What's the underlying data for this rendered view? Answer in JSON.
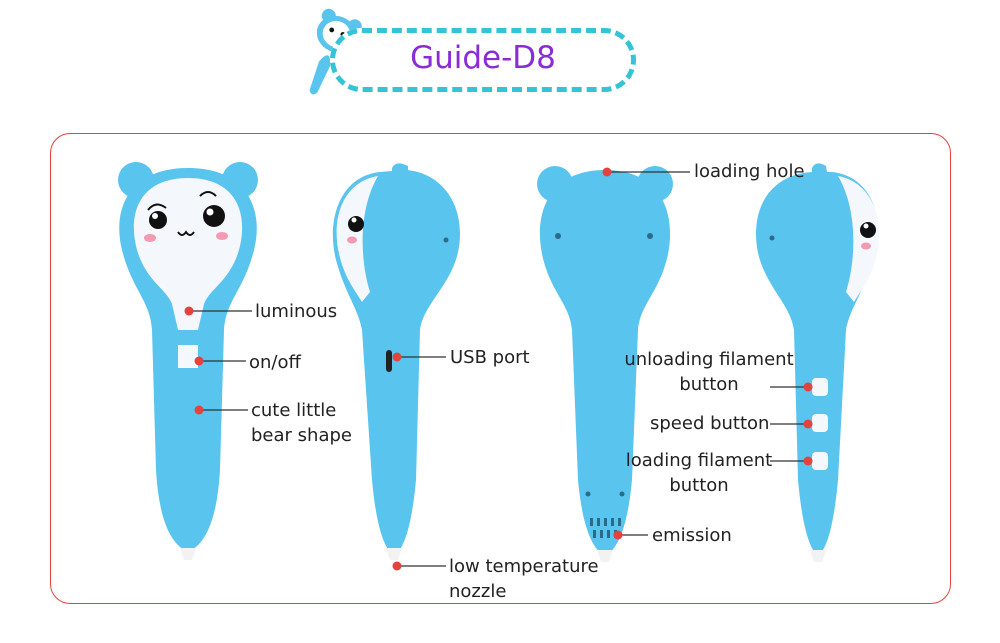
{
  "header": {
    "title": "Guide-D8"
  },
  "labels": {
    "luminous": "luminous",
    "on_off": "on/off",
    "bear_shape": "cute little\nbear shape",
    "usb_port": "USB port",
    "loading_hole": "loading hole",
    "unloading_button": "unloading filament\nbutton",
    "speed_button": "speed button",
    "loading_button": "loading filament\nbutton",
    "emission": "emission",
    "nozzle": "low temperature\nnozzle"
  },
  "colors": {
    "pen_blue": "#59c4ee",
    "accent": "#e3423f",
    "title": "#8a2bd6",
    "dash": "#35c3d8"
  }
}
